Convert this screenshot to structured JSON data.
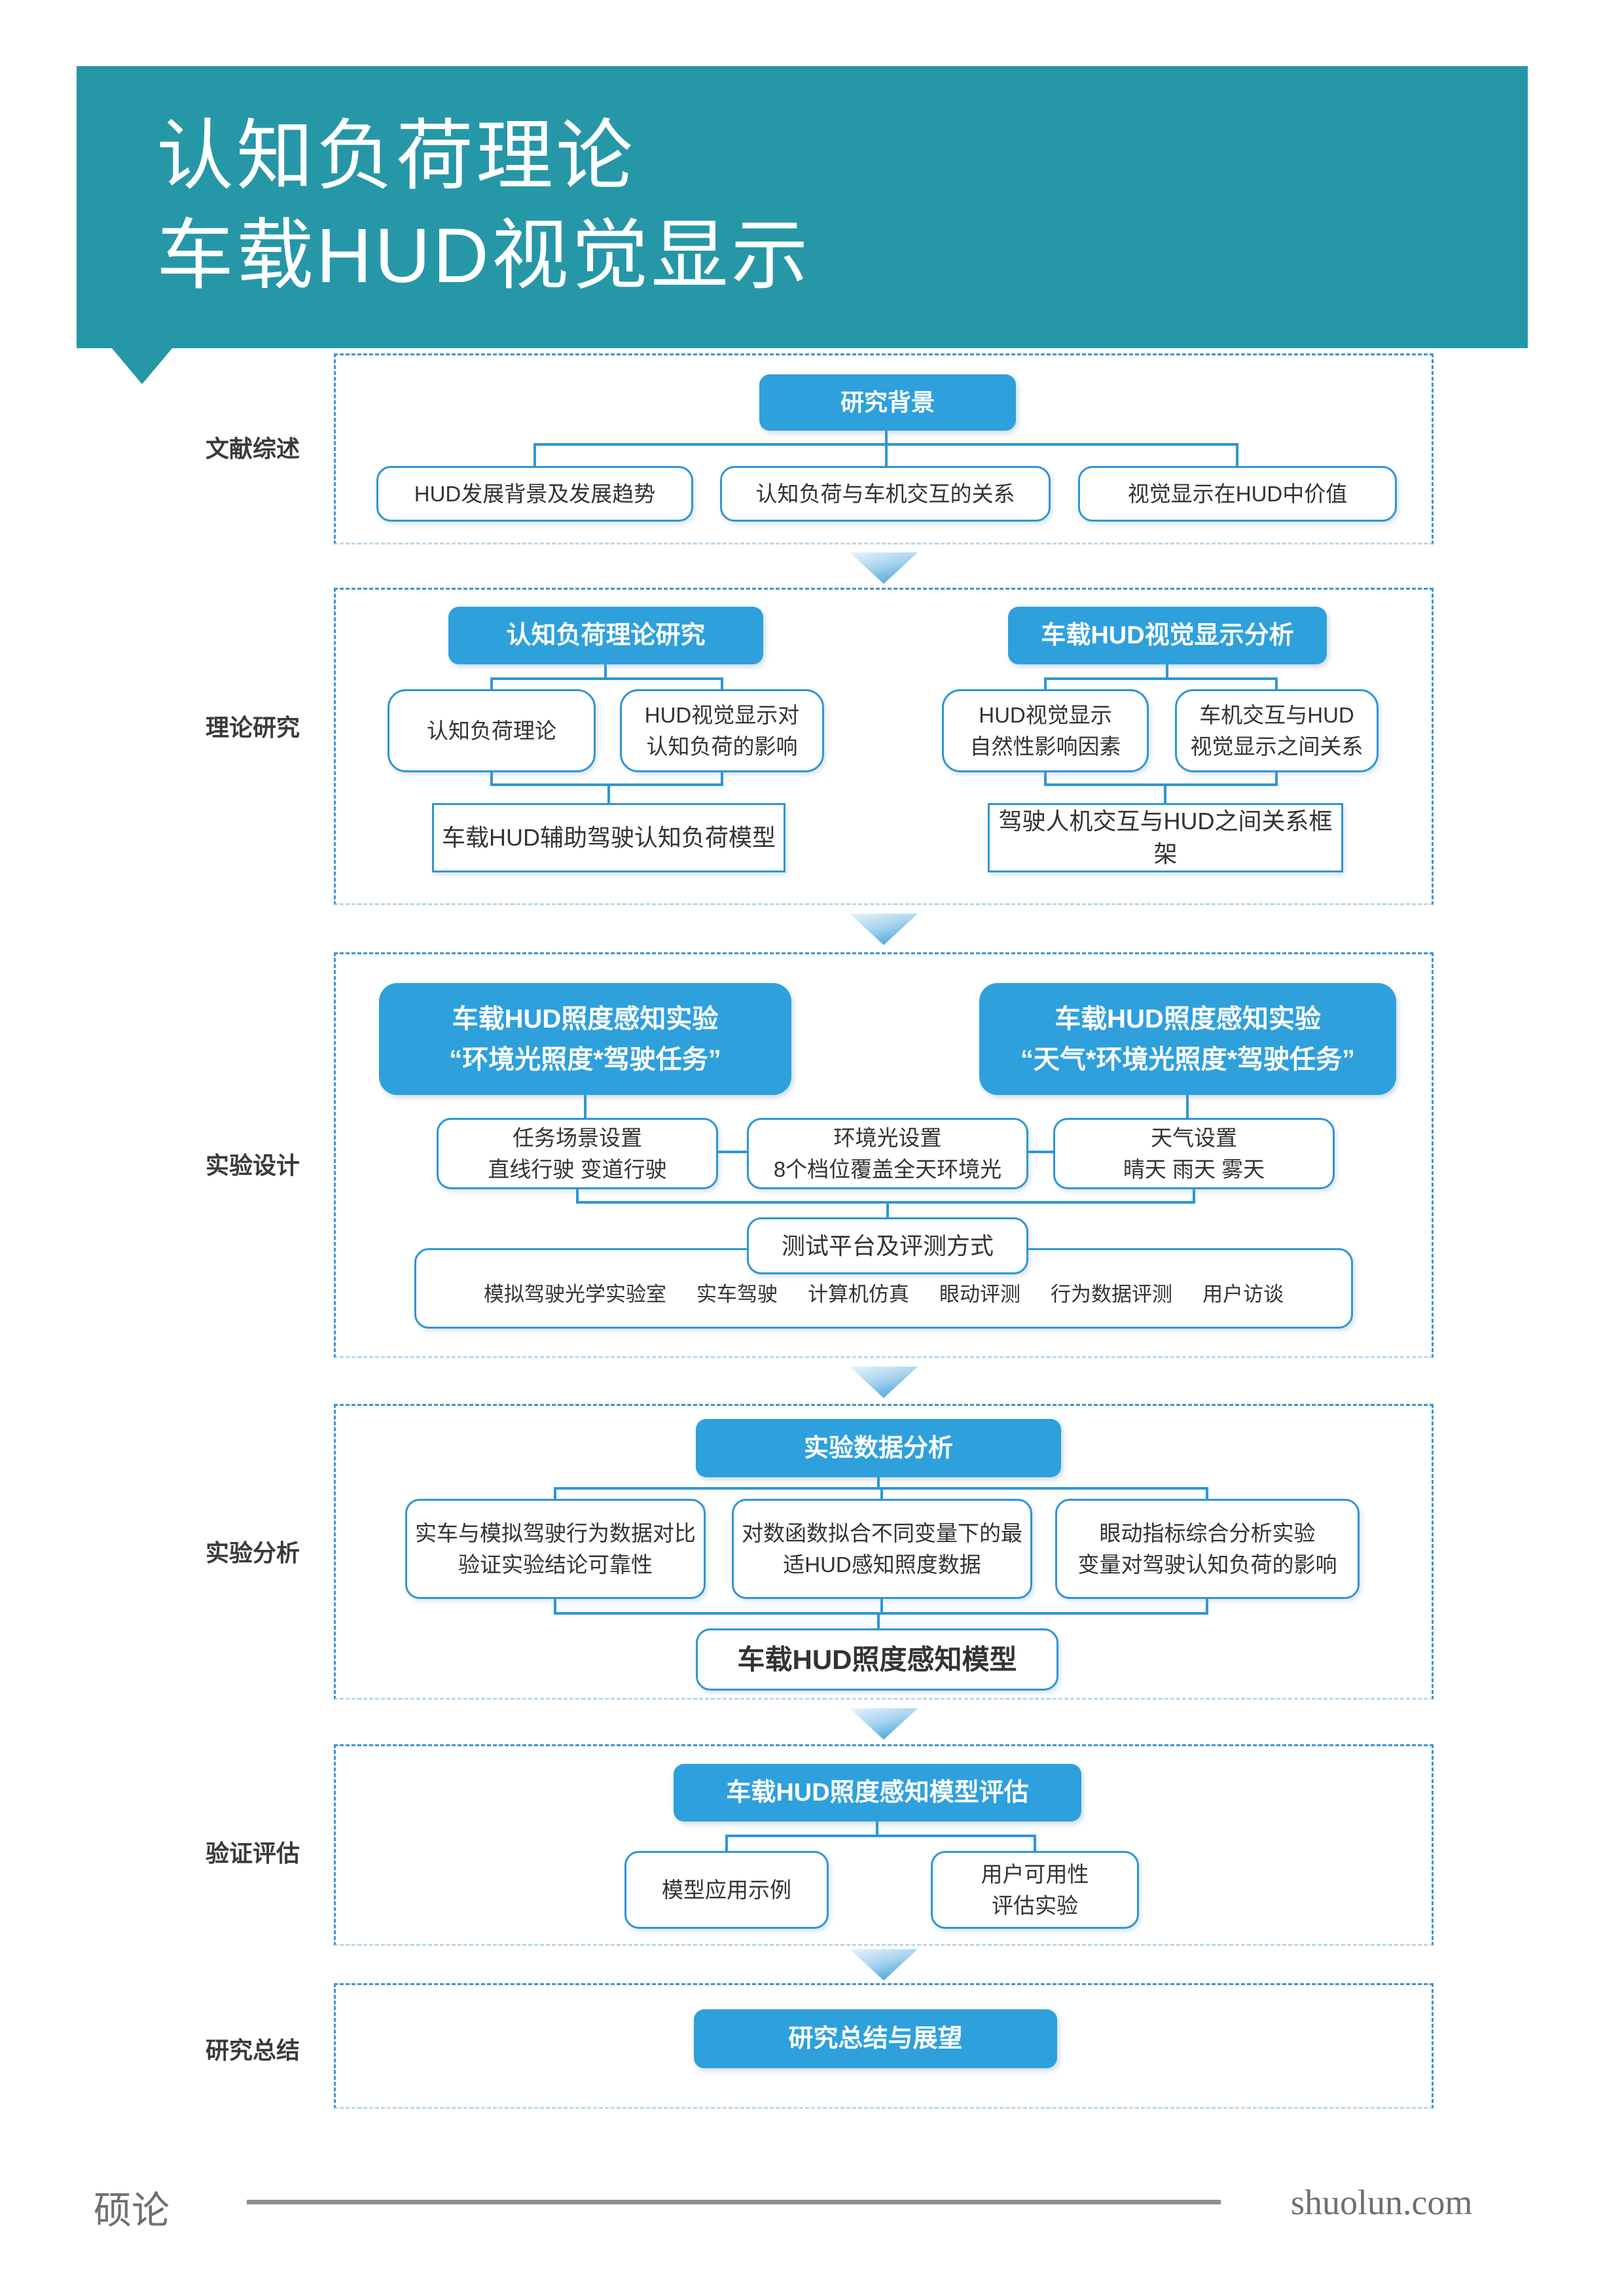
{
  "header": {
    "title_line1": "认知负荷理论",
    "title_line2": "车载HUD视觉显示"
  },
  "colors": {
    "banner_teal": "#2697A7",
    "box_blue": "#2EA0DC",
    "line_blue": "#2E96D6",
    "dashed_border": "#3E93D2",
    "text_dark": "#333333",
    "footer_gray": "#6F6F6F"
  },
  "sections": [
    {
      "label": "文献综述",
      "root": "研究背景",
      "children": [
        {
          "lines": [
            "HUD发展背景及发展趋势"
          ]
        },
        {
          "lines": [
            "认知负荷与车机交互的关系"
          ]
        },
        {
          "lines": [
            "视觉显示在HUD中价值"
          ]
        }
      ]
    },
    {
      "label": "理论研究",
      "left": {
        "root": "认知负荷理论研究",
        "children": [
          {
            "lines": [
              "认知负荷理论"
            ]
          },
          {
            "lines": [
              "HUD视觉显示对",
              "认知负荷的影响"
            ]
          }
        ],
        "result": "车载HUD辅助驾驶认知负荷模型"
      },
      "right": {
        "root": "车载HUD视觉显示分析",
        "children": [
          {
            "lines": [
              "HUD视觉显示",
              "自然性影响因素"
            ]
          },
          {
            "lines": [
              "车机交互与HUD",
              "视觉显示之间关系"
            ]
          }
        ],
        "result": "驾驶人机交互与HUD之间关系框架"
      }
    },
    {
      "label": "实验设计",
      "experiments": [
        {
          "lines": [
            "车载HUD照度感知实验",
            "“环境光照度*驾驶任务”"
          ]
        },
        {
          "lines": [
            "车载HUD照度感知实验",
            "“天气*环境光照度*驾驶任务”"
          ]
        }
      ],
      "settings": [
        {
          "lines": [
            "任务场景设置",
            "直线行驶 变道行驶"
          ]
        },
        {
          "lines": [
            "环境光设置",
            "8个档位覆盖全天环境光"
          ]
        },
        {
          "lines": [
            "天气设置",
            "晴天 雨天 雾天"
          ]
        }
      ],
      "platform": "测试平台及评测方式",
      "methods": [
        "模拟驾驶光学实验室",
        "实车驾驶",
        "计算机仿真",
        "眼动评测",
        "行为数据评测",
        "用户访谈"
      ]
    },
    {
      "label": "实验分析",
      "root": "实验数据分析",
      "children": [
        {
          "lines": [
            "实车与模拟驾驶行为数据对比",
            "验证实验结论可靠性"
          ]
        },
        {
          "lines": [
            "对数函数拟合不同变量下的最",
            "适HUD感知照度数据"
          ]
        },
        {
          "lines": [
            "眼动指标综合分析实验",
            "变量对驾驶认知负荷的影响"
          ]
        }
      ],
      "result": "车载HUD照度感知模型"
    },
    {
      "label": "验证评估",
      "root": "车载HUD照度感知模型评估",
      "children": [
        {
          "lines": [
            "模型应用示例"
          ]
        },
        {
          "lines": [
            "用户可用性",
            "评估实验"
          ]
        }
      ]
    },
    {
      "label": "研究总结",
      "root": "研究总结与展望"
    }
  ],
  "footer": {
    "brand": "硕论",
    "site": "shuolun.com"
  }
}
